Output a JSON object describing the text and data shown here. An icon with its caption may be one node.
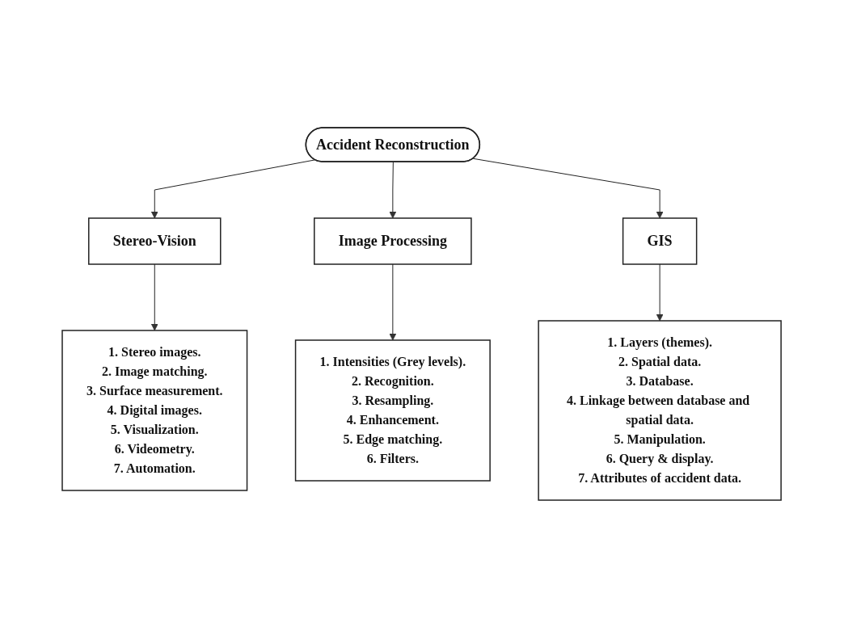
{
  "diagram": {
    "nodes": [
      {
        "text": [
          "Accident Reconstruction"
        ]
      },
      {
        "text": [
          "Stereo-Vision"
        ]
      },
      {
        "text": [
          "Image Processing"
        ]
      },
      {
        "text": [
          "GIS"
        ]
      },
      {
        "text": [
          "1. Stereo images.",
          "2. Image matching.",
          "3. Surface measurement.",
          "4. Digital images.",
          "5. Visualization.",
          "6. Videometry.",
          "7. Automation."
        ]
      },
      {
        "text": [
          "1. Intensities (Grey levels).",
          "2. Recognition.",
          "3. Resampling.",
          "4. Enhancement.",
          "5. Edge matching.",
          "6. Filters."
        ]
      },
      {
        "text": [
          "1. Layers (themes).",
          "2. Spatial data.",
          "3. Database.",
          "4. Linkage between database and spatial data.",
          "5. Manipulation.",
          "6. Query & display.",
          "7. Attributes of accident data."
        ]
      }
    ],
    "edges": [
      {
        "from": 0,
        "to": 1,
        "arrow": "to"
      },
      {
        "from": 0,
        "to": 2,
        "arrow": "to"
      },
      {
        "from": 0,
        "to": 3,
        "arrow": "to"
      },
      {
        "from": 1,
        "to": 4,
        "arrow": "to"
      },
      {
        "from": 2,
        "to": 5,
        "arrow": "to"
      },
      {
        "from": 3,
        "to": 6,
        "arrow": "to"
      }
    ]
  }
}
